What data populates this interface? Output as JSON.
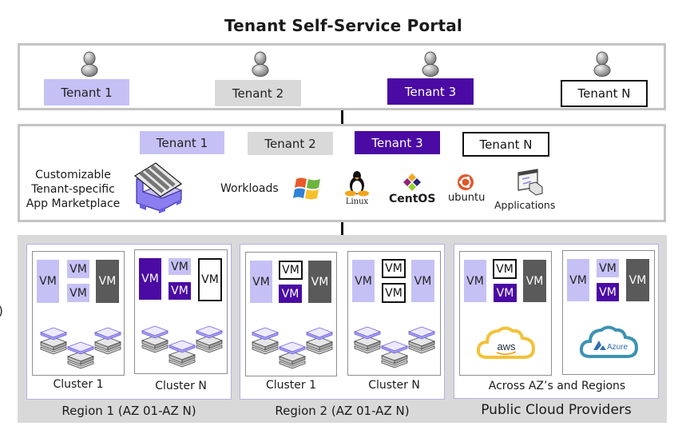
{
  "title": "Tenant Self-Service Portal",
  "portal": {
    "tenants": [
      {
        "label": "Tenant 1",
        "style": "lavender"
      },
      {
        "label": "Tenant 2",
        "style": "gray"
      },
      {
        "label": "Tenant 3",
        "style": "purple"
      },
      {
        "label": "Tenant N",
        "style": "outline"
      }
    ],
    "icon": "user-icon"
  },
  "marketplace": {
    "tenants": [
      "Tenant 1",
      "Tenant 2",
      "Tenant 3",
      "Tenant N"
    ],
    "description_lines": [
      "Customizable",
      "Tenant-specific",
      "App Marketplace"
    ],
    "workloads_label": "Workloads",
    "workloads": [
      {
        "name": "windows",
        "icon": "windows-logo-icon"
      },
      {
        "name": "Linux",
        "icon": "linux-tux-icon"
      },
      {
        "name": "CentOS",
        "icon": "centos-logo-icon"
      },
      {
        "name": "ubuntu",
        "icon": "ubuntu-logo-icon"
      },
      {
        "name": "Applications",
        "icon": "applications-window-icon"
      }
    ]
  },
  "infrastructure": {
    "regions": [
      {
        "label": "Region 1 (AZ 01-AZ N)",
        "clusters": [
          {
            "label": "Cluster 1",
            "vms": [
              "VM",
              "VM",
              "VM",
              "VM"
            ]
          },
          {
            "label": "Cluster N",
            "vms": [
              "VM",
              "VM",
              "VM",
              "VM"
            ]
          }
        ]
      },
      {
        "label": "Region 2 (AZ 01-AZ N)",
        "clusters": [
          {
            "label": "Cluster 1",
            "vms": [
              "VM",
              "VM",
              "VM",
              "VM"
            ]
          },
          {
            "label": "Cluster N",
            "vms": [
              "VM",
              "VM",
              "VM",
              "VM"
            ]
          }
        ]
      },
      {
        "label": "Public Cloud Providers",
        "sublabel": "Across AZ’s and Regions",
        "clouds": [
          {
            "name": "aws",
            "vms": [
              "VM",
              "VM",
              "VM",
              "VM"
            ],
            "color": "#f3c23a"
          },
          {
            "name": "Azure",
            "vms": [
              "VM",
              "VM",
              "VM",
              "VM"
            ],
            "color": "#3d93b3"
          }
        ]
      }
    ]
  },
  "edge_fragment": ")",
  "colors": {
    "lavender": "#c5c1f5",
    "gray": "#d9d9d9",
    "purple": "#4a0aa3",
    "dark_vm": "#5a5a5a",
    "panel_border": "#c4c4c4"
  }
}
